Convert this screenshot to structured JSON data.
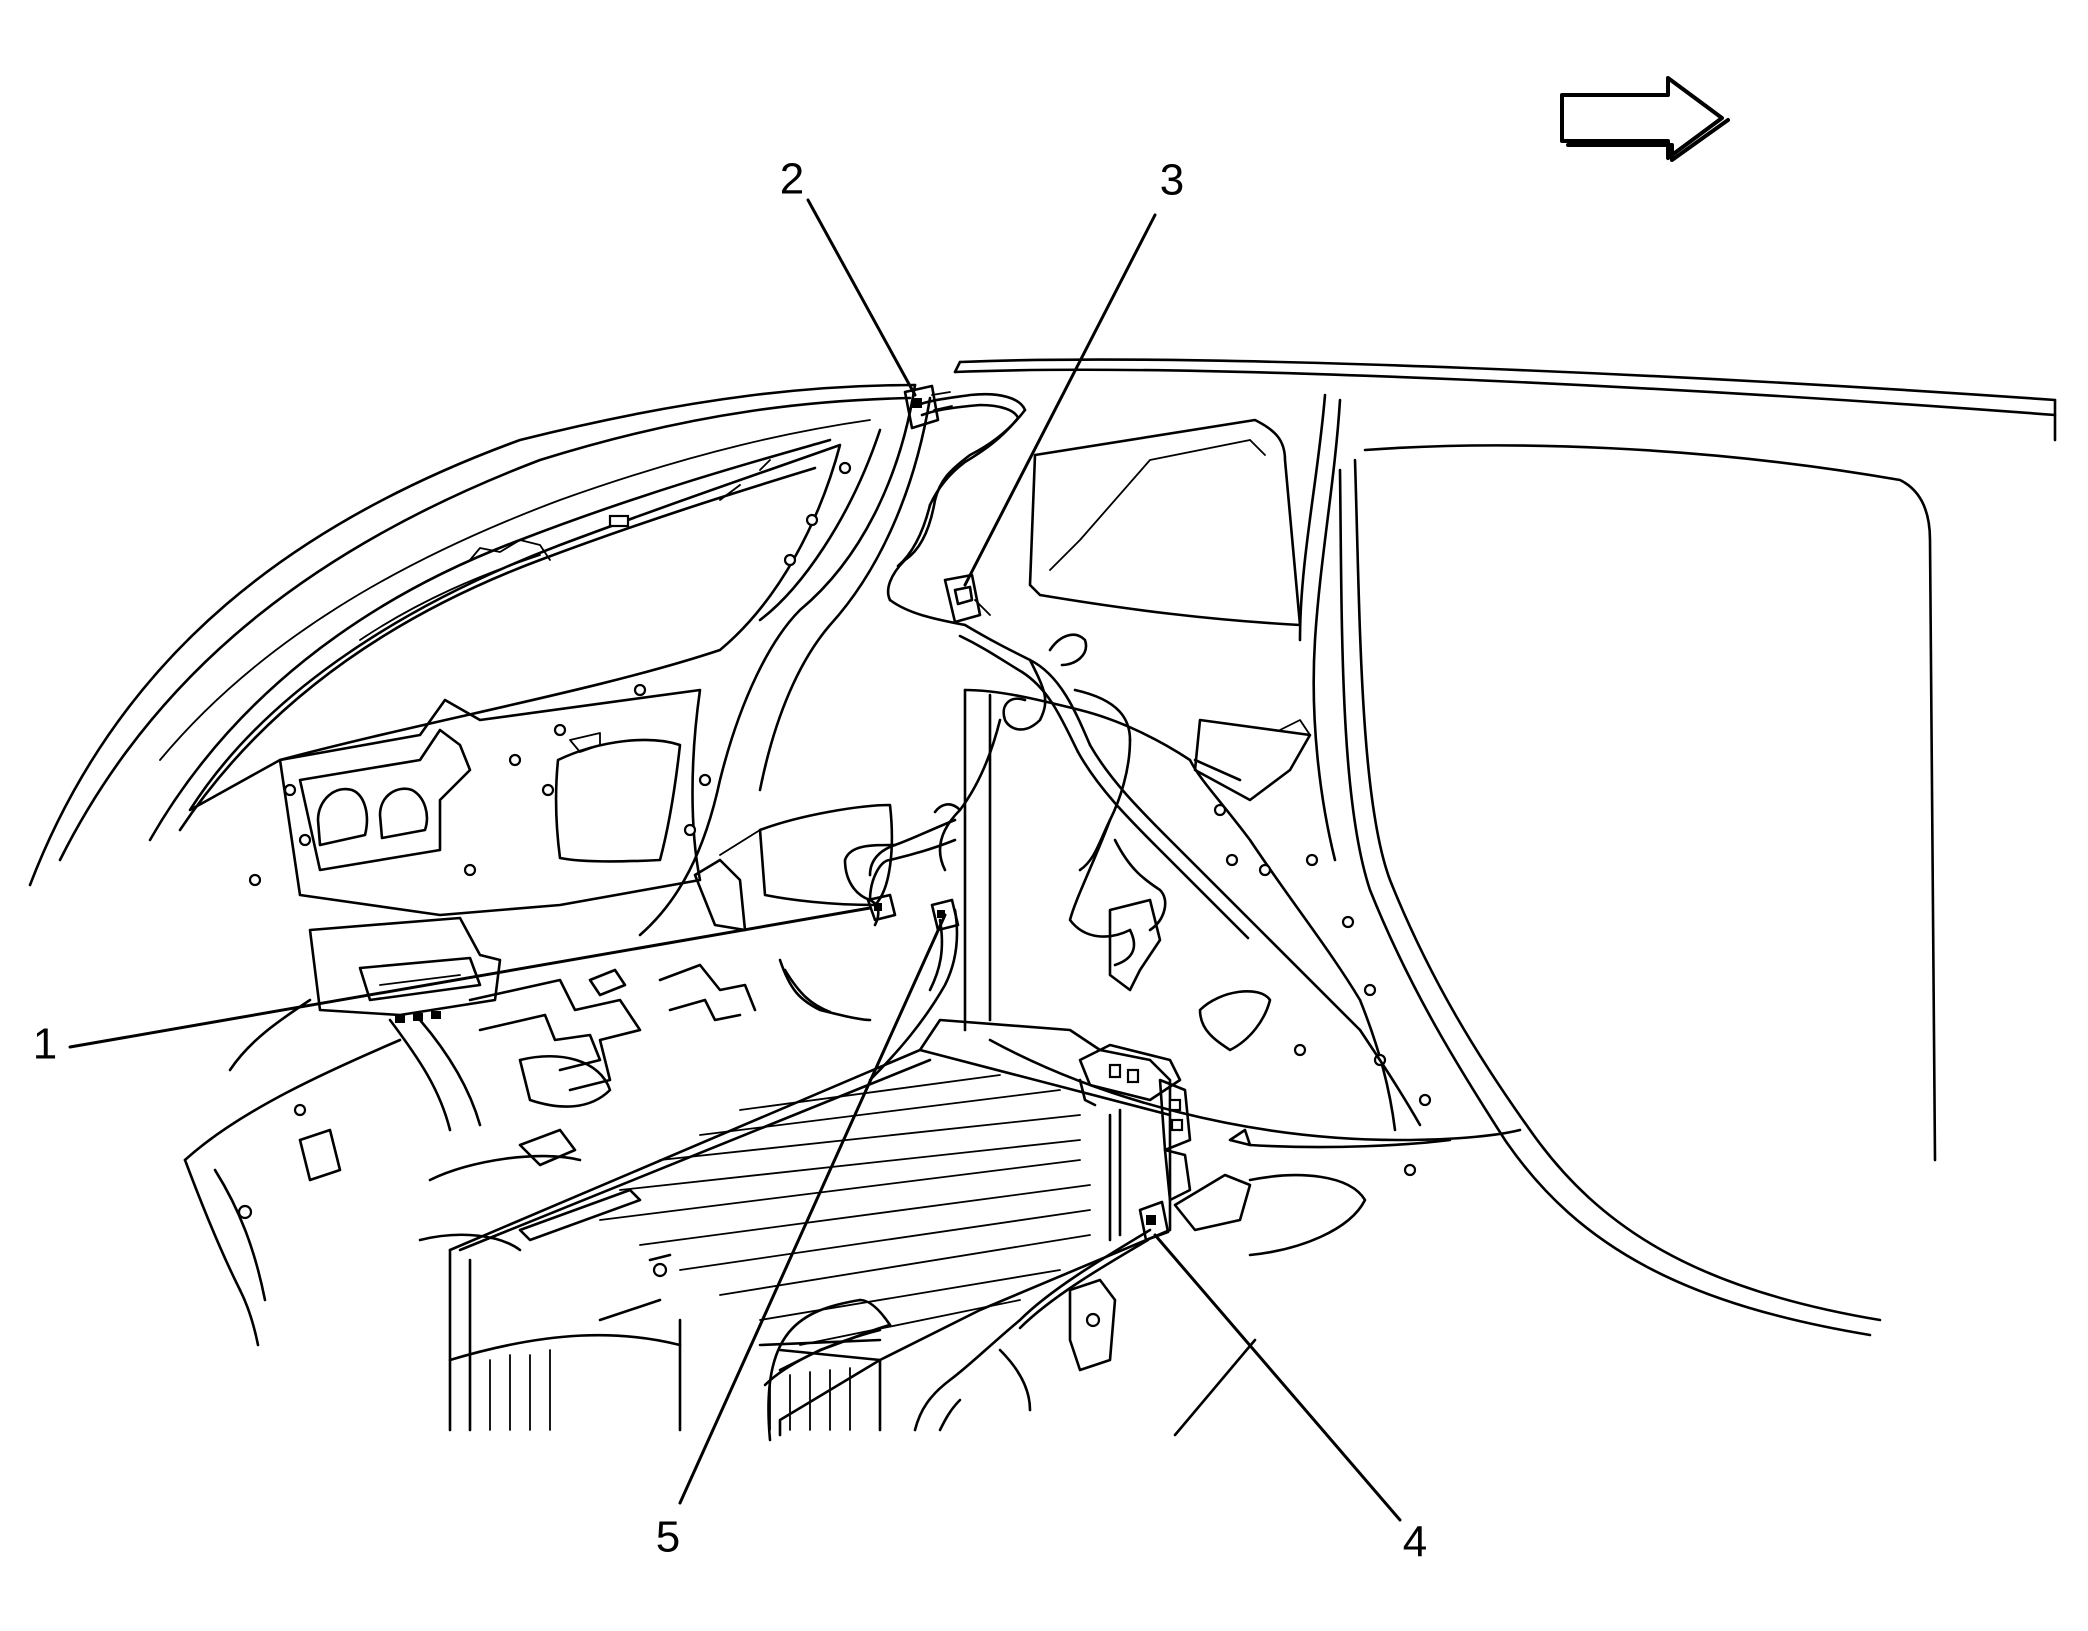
{
  "callouts": [
    {
      "id": "1",
      "label": "1"
    },
    {
      "id": "2",
      "label": "2"
    },
    {
      "id": "3",
      "label": "3"
    },
    {
      "id": "4",
      "label": "4"
    },
    {
      "id": "5",
      "label": "5"
    }
  ],
  "orientation_arrow": {
    "icon": "right-arrow-icon",
    "meaning": "front-of-vehicle"
  },
  "colors": {
    "line": "#000000",
    "background": "#ffffff"
  }
}
